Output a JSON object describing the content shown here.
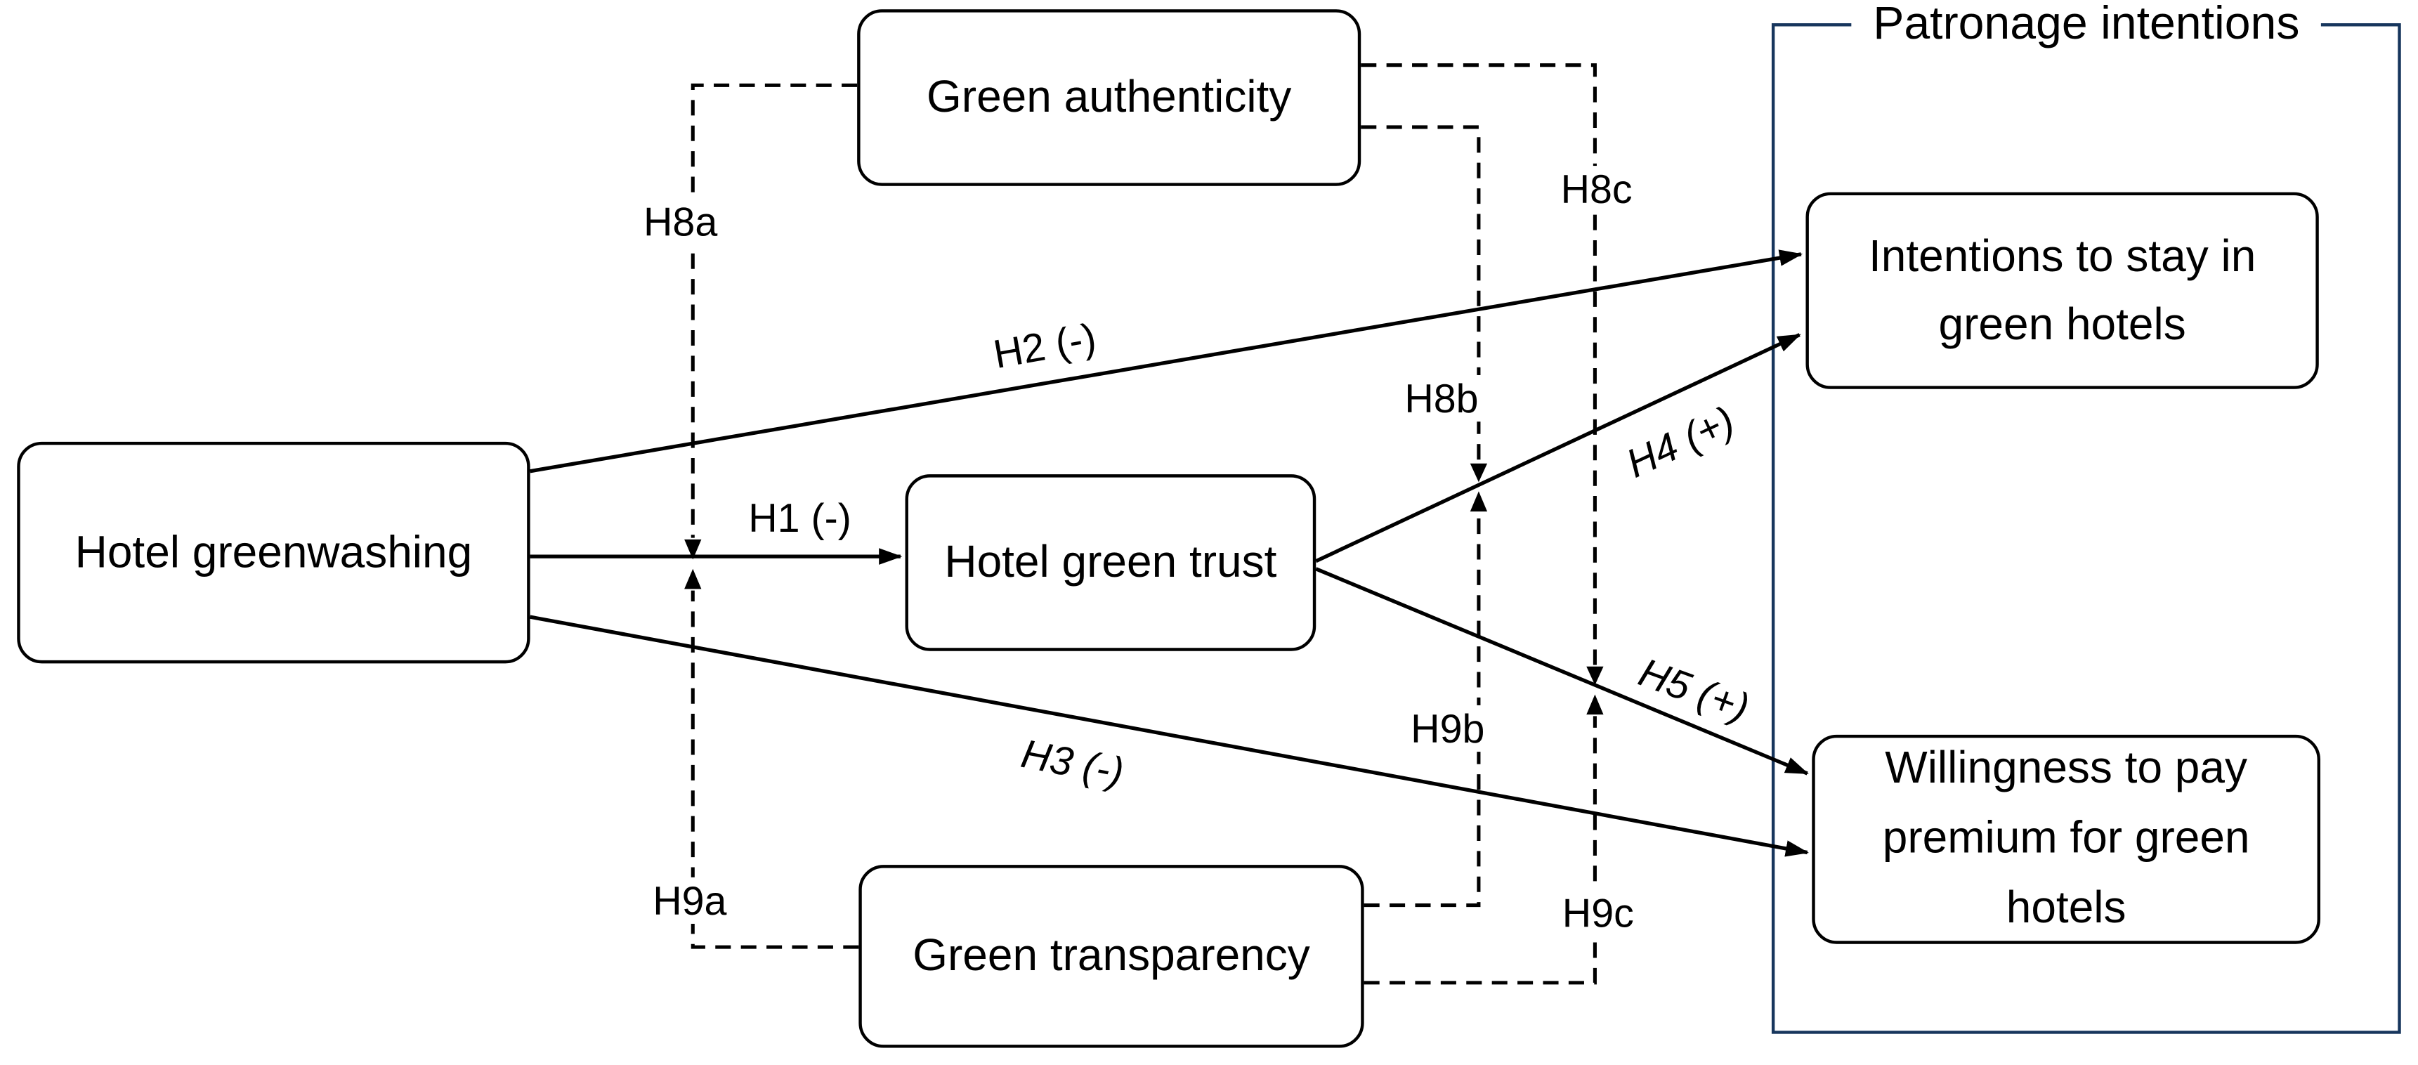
{
  "diagram": {
    "group": {
      "title": "Patronage intentions",
      "border_color": "#17365d"
    },
    "nodes": {
      "hotel_greenwashing": {
        "label": "Hotel greenwashing"
      },
      "green_authenticity": {
        "label": "Green authenticity"
      },
      "hotel_green_trust": {
        "label": "Hotel green trust"
      },
      "green_transparency": {
        "label": "Green transparency"
      },
      "intentions_stay": {
        "label": "Intentions to stay in green hotels"
      },
      "willingness_pay": {
        "label": "Willingness to pay premium for green hotels"
      }
    },
    "paths": {
      "h1": {
        "label": "H1 (-)",
        "from": "Hotel greenwashing",
        "to": "Hotel green trust",
        "style": "solid"
      },
      "h2": {
        "label": "H2 (-)",
        "from": "Hotel greenwashing",
        "to": "Intentions to stay in green hotels",
        "style": "solid"
      },
      "h3": {
        "label": "H3 (-)",
        "from": "Hotel greenwashing",
        "to": "Willingness to pay premium for green hotels",
        "style": "solid"
      },
      "h4": {
        "label": "H4 (+)",
        "from": "Hotel green trust",
        "to": "Intentions to stay in green hotels",
        "style": "solid"
      },
      "h5": {
        "label": "H5 (+)",
        "from": "Hotel green trust",
        "to": "Willingness to pay premium for green hotels",
        "style": "solid"
      },
      "h8a": {
        "label": "H8a",
        "from": "Green authenticity",
        "moderates": "H1",
        "style": "dashed"
      },
      "h8b": {
        "label": "H8b",
        "from": "Green authenticity",
        "moderates": "H4",
        "style": "dashed"
      },
      "h8c": {
        "label": "H8c",
        "from": "Green authenticity",
        "moderates": "H5",
        "style": "dashed"
      },
      "h9a": {
        "label": "H9a",
        "from": "Green transparency",
        "moderates": "H1",
        "style": "dashed"
      },
      "h9b": {
        "label": "H9b",
        "from": "Green transparency",
        "moderates": "H4",
        "style": "dashed"
      },
      "h9c": {
        "label": "H9c",
        "from": "Green transparency",
        "moderates": "H5",
        "style": "dashed"
      }
    },
    "colors": {
      "line": "#000000",
      "group_border": "#17365d",
      "background": "#ffffff"
    }
  }
}
